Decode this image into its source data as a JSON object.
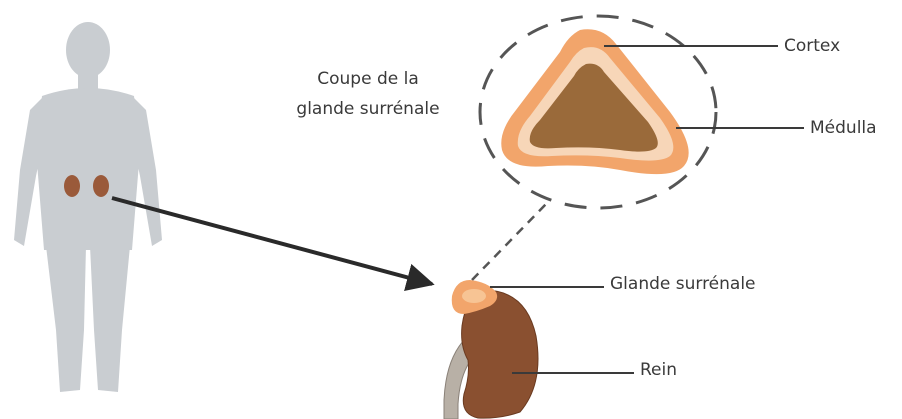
{
  "labels": {
    "section_line1": "Coupe de la",
    "section_line2": "glande surrénale",
    "cortex": "Cortex",
    "medulla": "Médulla",
    "adrenal_gland": "Glande surrénale",
    "kidney": "Rein"
  },
  "colors": {
    "body_silhouette": "#c9cdd1",
    "kidney_in_body": "#9a5a3a",
    "cortex_orange": "#f2a56b",
    "cortex_light": "#f7d6b8",
    "medulla_brown": "#9a6a3a",
    "kidney_brown": "#8a5030",
    "ureter_gray": "#b8b0a6",
    "leader_lines": "#3a3a3a",
    "arrow": "#2a2a2a"
  }
}
